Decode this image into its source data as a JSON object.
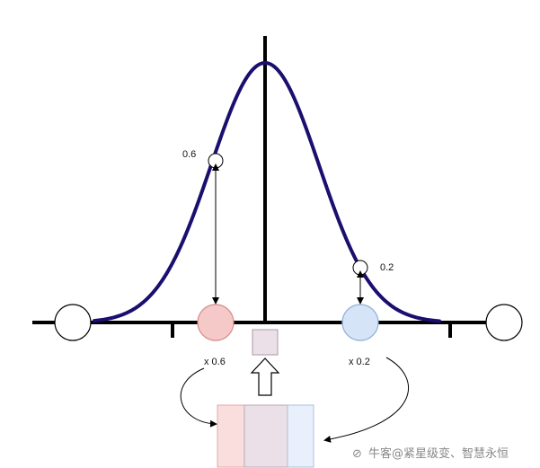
{
  "labels": {
    "left_value": "0.6",
    "right_value": "0.2",
    "left_weight": "x 0.6",
    "right_weight": "x 0.2"
  },
  "watermark": {
    "text": "牛客@紧星级变、智慧永恒"
  },
  "colors": {
    "curve": "#1a0f6e",
    "axis": "#000000",
    "red_node_fill": "#f6c9c9",
    "red_node_stroke": "#d98a8a",
    "blue_node_fill": "#d6e4f7",
    "blue_node_stroke": "#8fb0d8",
    "mixed_box_fill": "#ece0e8",
    "result_red": "#fadede",
    "result_mix": "#ece0e8",
    "result_blue": "#e9f0fb"
  }
}
